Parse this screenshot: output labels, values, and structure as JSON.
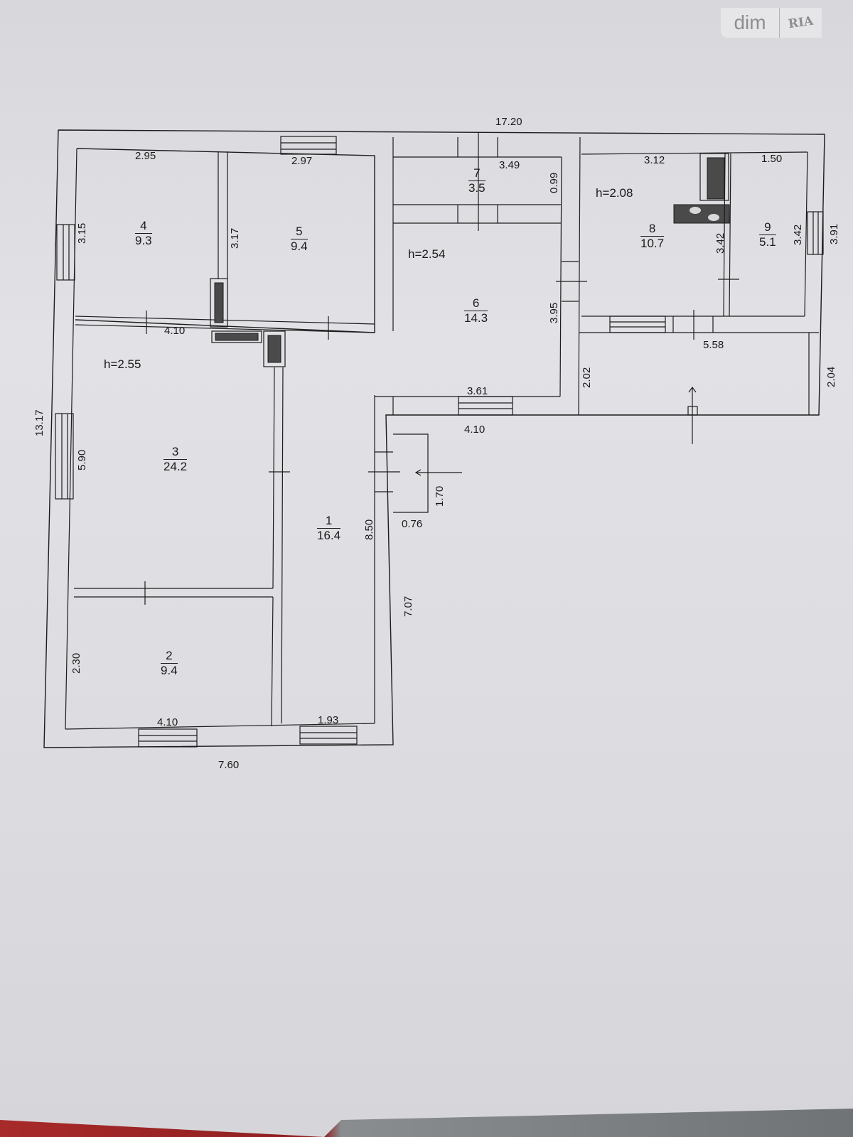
{
  "watermark": {
    "brand_left": "dim",
    "brand_right": "RIA"
  },
  "overall_dimensions": {
    "top_length": "17.20",
    "left_height": "13.17",
    "bottom_left_width": "7.60",
    "right_annex_height": "3.91",
    "right_porch_height": "2.04",
    "lower_right_wall": "7.07",
    "corridor_wall": "8.50"
  },
  "ceiling_heights": {
    "main_house": "h=2.55",
    "central_block": "h=2.54",
    "annex": "h=2.08"
  },
  "rooms": [
    {
      "number": "1",
      "area": "16.4",
      "dims": [
        "8.50",
        "1.93"
      ]
    },
    {
      "number": "2",
      "area": "9.4",
      "dims": [
        "4.10",
        "2.30"
      ]
    },
    {
      "number": "3",
      "area": "24.2",
      "dims": [
        "5.90",
        "4.10"
      ]
    },
    {
      "number": "4",
      "area": "9.3",
      "dims": [
        "2.95",
        "3.15"
      ]
    },
    {
      "number": "5",
      "area": "9.4",
      "dims": [
        "2.97",
        "3.17"
      ]
    },
    {
      "number": "6",
      "area": "14.3",
      "dims": [
        "3.61",
        "3.95"
      ]
    },
    {
      "number": "7",
      "area": "3.5",
      "dims": [
        "3.49",
        "0.99"
      ]
    },
    {
      "number": "8",
      "area": "10.7",
      "dims": [
        "3.12",
        "3.42"
      ]
    },
    {
      "number": "9",
      "area": "5.1",
      "dims": [
        "1.50",
        "3.42"
      ]
    }
  ],
  "other_dimensions": {
    "porch_width": "5.58",
    "porch_height": "2.02",
    "room6_bottom_outer": "4.10",
    "entry_porch_depth": "1.70",
    "entry_porch_width": "0.76"
  }
}
